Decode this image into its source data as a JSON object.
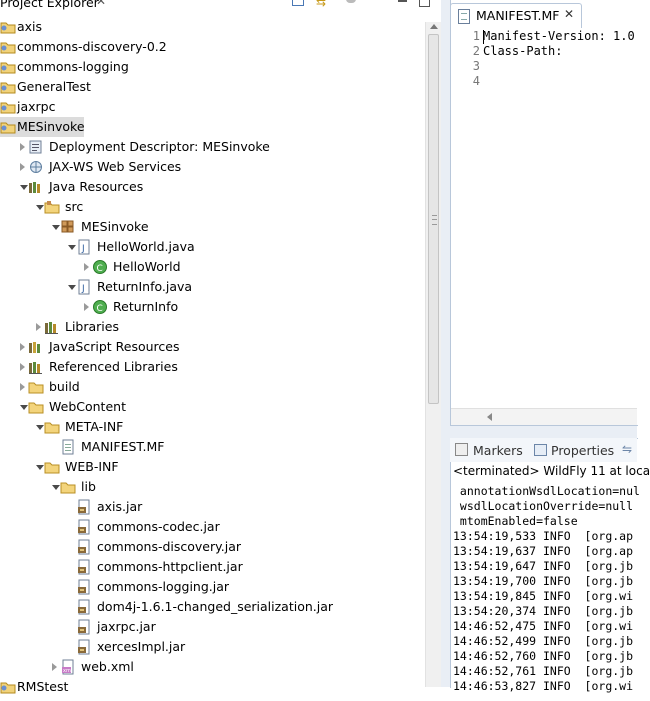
{
  "project_explorer": {
    "title": "Project Explorer",
    "close_icon": "close-icon",
    "toolbar_icons": [
      "collapse-all-icon",
      "link-with-editor-icon",
      "view-menu-icon",
      "minimize-icon",
      "maximize-icon"
    ],
    "items": [
      {
        "label": "axis",
        "icon": "project-icon",
        "level": 0,
        "arrow": "none"
      },
      {
        "label": "commons-discovery-0.2",
        "icon": "project-icon",
        "level": 0,
        "arrow": "none"
      },
      {
        "label": "commons-logging",
        "icon": "project-icon",
        "level": 0,
        "arrow": "none"
      },
      {
        "label": "GeneralTest",
        "icon": "project-icon",
        "level": 0,
        "arrow": "none"
      },
      {
        "label": "jaxrpc",
        "icon": "project-icon",
        "level": 0,
        "arrow": "none"
      },
      {
        "label": "MESinvoke",
        "icon": "project-icon",
        "level": 0,
        "arrow": "none",
        "selected": true
      },
      {
        "label": "Deployment Descriptor: MESinvoke",
        "icon": "deployment-descriptor-icon",
        "level": 1,
        "arrow": "closed"
      },
      {
        "label": "JAX-WS Web Services",
        "icon": "web-services-icon",
        "level": 1,
        "arrow": "closed"
      },
      {
        "label": "Java Resources",
        "icon": "java-resources-icon",
        "level": 1,
        "arrow": "open"
      },
      {
        "label": "src",
        "icon": "source-folder-icon",
        "level": 2,
        "arrow": "open"
      },
      {
        "label": "MESinvoke",
        "icon": "package-icon",
        "level": 3,
        "arrow": "open"
      },
      {
        "label": "HelloWorld.java",
        "icon": "java-file-icon",
        "level": 4,
        "arrow": "open"
      },
      {
        "label": "HelloWorld",
        "icon": "java-class-icon",
        "level": 5,
        "arrow": "closed"
      },
      {
        "label": "ReturnInfo.java",
        "icon": "java-file-icon",
        "level": 4,
        "arrow": "open"
      },
      {
        "label": "ReturnInfo",
        "icon": "java-class-icon",
        "level": 5,
        "arrow": "closed"
      },
      {
        "label": "Libraries",
        "icon": "libraries-icon",
        "level": 2,
        "arrow": "closed"
      },
      {
        "label": "JavaScript Resources",
        "icon": "javascript-resources-icon",
        "level": 1,
        "arrow": "closed"
      },
      {
        "label": "Referenced Libraries",
        "icon": "libraries-icon",
        "level": 1,
        "arrow": "closed"
      },
      {
        "label": "build",
        "icon": "folder-icon",
        "level": 1,
        "arrow": "closed"
      },
      {
        "label": "WebContent",
        "icon": "folder-icon",
        "level": 1,
        "arrow": "open"
      },
      {
        "label": "META-INF",
        "icon": "folder-icon",
        "level": 2,
        "arrow": "open"
      },
      {
        "label": "MANIFEST.MF",
        "icon": "file-icon",
        "level": 3,
        "arrow": "none"
      },
      {
        "label": "WEB-INF",
        "icon": "folder-icon",
        "level": 2,
        "arrow": "open"
      },
      {
        "label": "lib",
        "icon": "folder-icon",
        "level": 3,
        "arrow": "open"
      },
      {
        "label": "axis.jar",
        "icon": "jar-icon",
        "level": 4,
        "arrow": "none"
      },
      {
        "label": "commons-codec.jar",
        "icon": "jar-icon",
        "level": 4,
        "arrow": "none"
      },
      {
        "label": "commons-discovery.jar",
        "icon": "jar-icon",
        "level": 4,
        "arrow": "none"
      },
      {
        "label": "commons-httpclient.jar",
        "icon": "jar-icon",
        "level": 4,
        "arrow": "none"
      },
      {
        "label": "commons-logging.jar",
        "icon": "jar-icon",
        "level": 4,
        "arrow": "none"
      },
      {
        "label": "dom4j-1.6.1-changed_serialization.jar",
        "icon": "jar-icon",
        "level": 4,
        "arrow": "none"
      },
      {
        "label": "jaxrpc.jar",
        "icon": "jar-icon",
        "level": 4,
        "arrow": "none"
      },
      {
        "label": "xercesImpl.jar",
        "icon": "jar-icon",
        "level": 4,
        "arrow": "none"
      },
      {
        "label": "web.xml",
        "icon": "xml-file-icon",
        "level": 3,
        "arrow": "closed"
      },
      {
        "label": "RMStest",
        "icon": "project-icon",
        "level": 0,
        "arrow": "none"
      }
    ]
  },
  "editor": {
    "tab_label": "MANIFEST.MF",
    "tab_close": "✕",
    "lines": [
      {
        "num": "1",
        "text": "Manifest-Version: 1.0"
      },
      {
        "num": "2",
        "text": "Class-Path:"
      },
      {
        "num": "3",
        "text": ""
      },
      {
        "num": "4",
        "text": ""
      }
    ]
  },
  "console": {
    "tabs": [
      {
        "label": "Markers"
      },
      {
        "label": "Properties"
      }
    ],
    "status": "<terminated> WildFly 11 at loca",
    "lines": [
      " annotationWsdlLocation=nul",
      " wsdlLocationOverride=null",
      " mtomEnabled=false",
      "13:54:19,533 INFO  [org.ap",
      "13:54:19,637 INFO  [org.ap",
      "13:54:19,647 INFO  [org.jb",
      "13:54:19,700 INFO  [org.jb",
      "13:54:19,845 INFO  [org.wi",
      "13:54:20,374 INFO  [org.jb",
      "14:46:52,475 INFO  [org.wi",
      "14:46:52,499 INFO  [org.jb",
      "14:46:52,760 INFO  [org.jb",
      "14:46:52,761 INFO  [org.jb",
      "14:46:53,827 INFO  [org.wi"
    ]
  },
  "colors": {
    "selection": "#dcdcdc",
    "tab_border": "#b8c7da",
    "folder": "#e8c25a",
    "java_class": "#3a9a3a"
  }
}
